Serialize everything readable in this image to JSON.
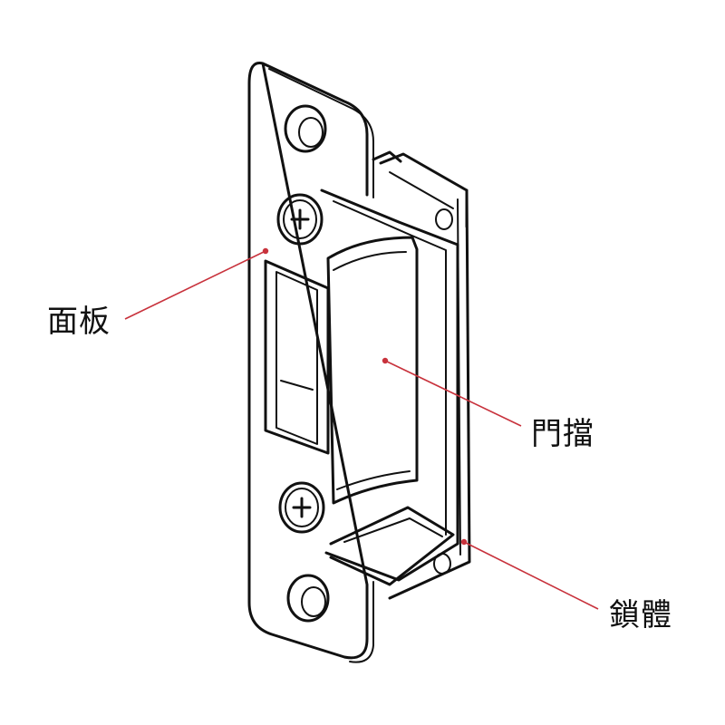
{
  "labels": {
    "faceplate": "面板",
    "keeper": "門擋",
    "lock_body": "鎖體"
  },
  "colors": {
    "line": "#111111",
    "leader": "#c8323c",
    "background": "#ffffff"
  }
}
